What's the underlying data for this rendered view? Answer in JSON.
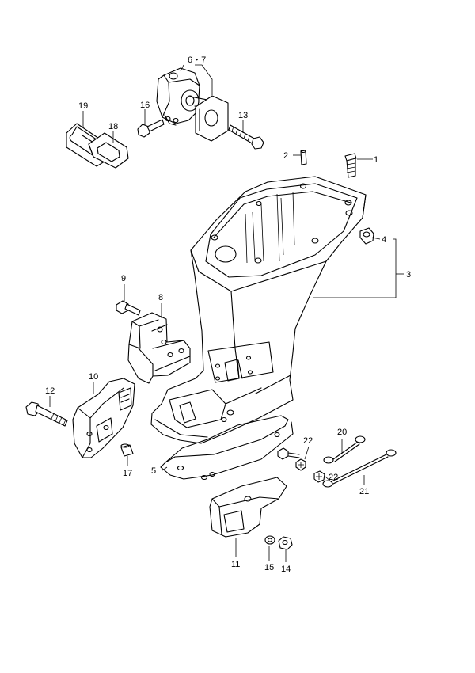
{
  "callouts": {
    "c1": "1",
    "c2": "2",
    "c3": "3",
    "c4": "4",
    "c5": "5",
    "c67": "6・7",
    "c8": "8",
    "c9": "9",
    "c10": "10",
    "c11": "11",
    "c12": "12",
    "c13": "13",
    "c14": "14",
    "c15": "15",
    "c16": "16",
    "c17": "17",
    "c18": "18",
    "c19": "19",
    "c20": "20",
    "c21": "21",
    "c22a": "22",
    "c22b": "22"
  }
}
